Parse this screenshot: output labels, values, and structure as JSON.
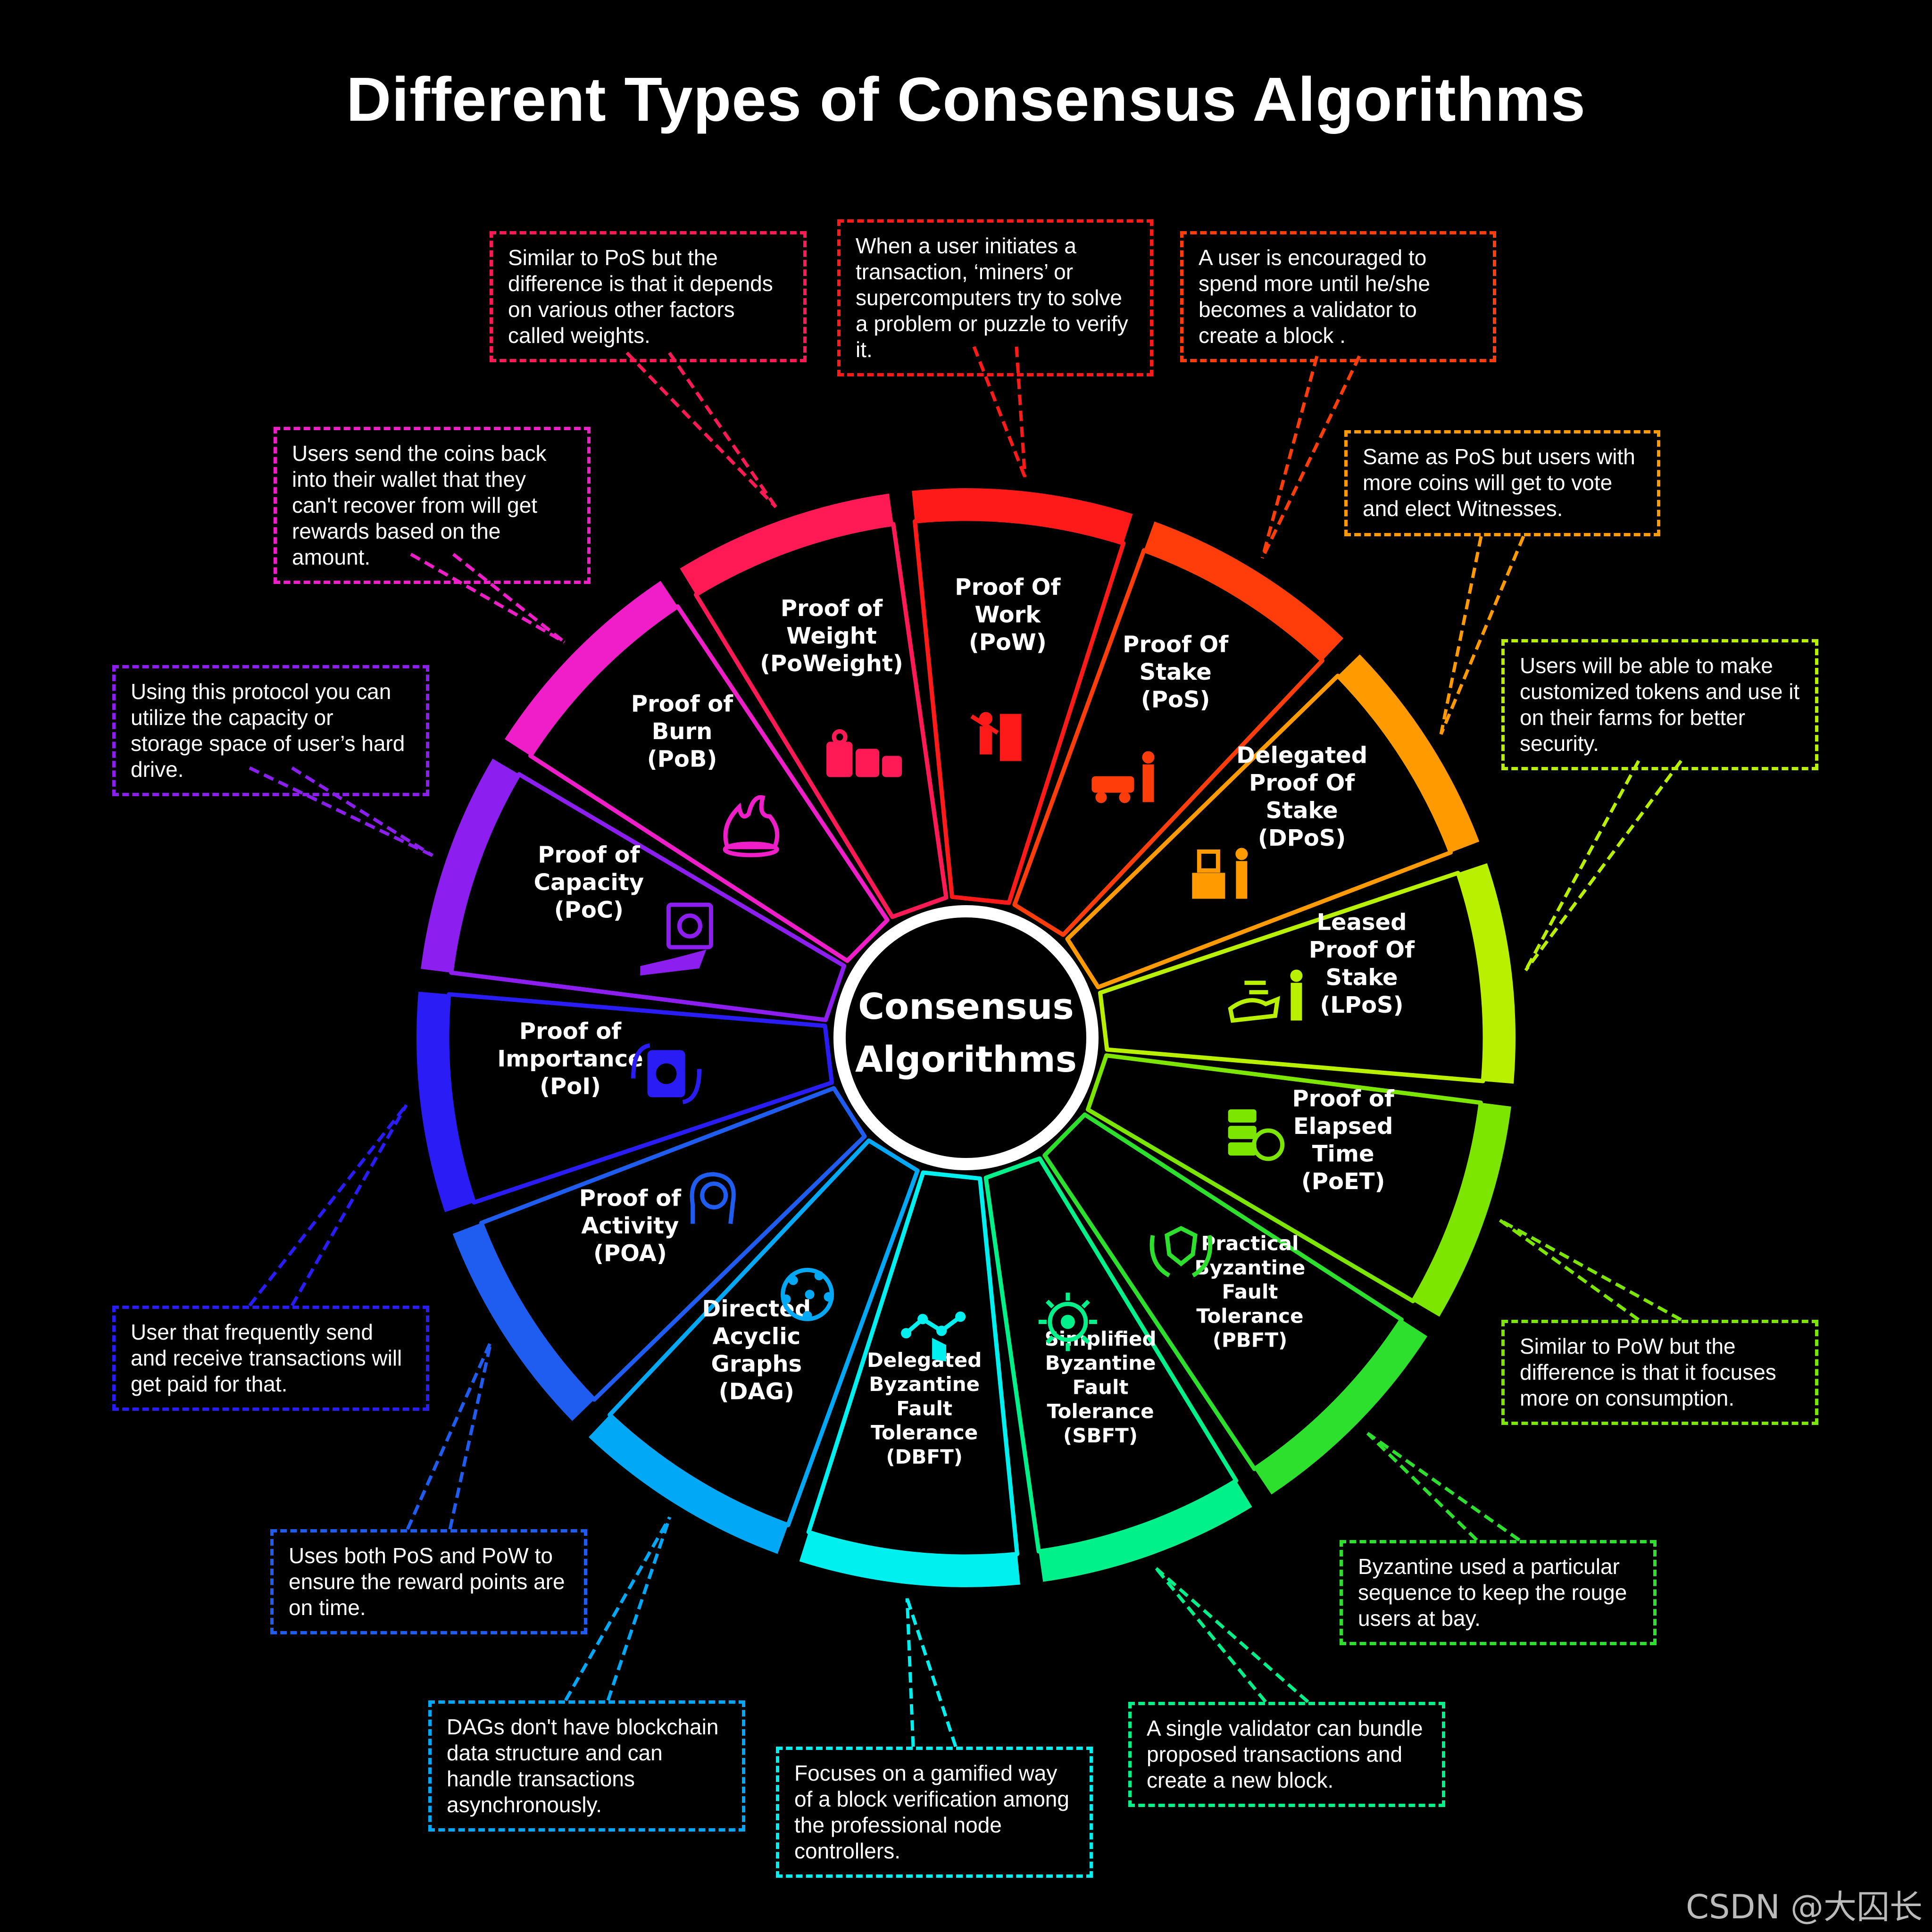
{
  "title": "Different Types of Consensus Algorithms",
  "center": {
    "line1": "Consensus",
    "line2": "Algorithms"
  },
  "segments": [
    {
      "id": "pow",
      "label": [
        "Proof Of",
        "Work",
        "(PoW)"
      ],
      "icon": "miner-icon",
      "color": "#ff1a1a",
      "note": "When a user initiates a transaction, ‘miners’ or supercomputers try to solve a problem or puzzle to verify it."
    },
    {
      "id": "pos",
      "label": [
        "Proof Of",
        "Stake",
        "(PoS)"
      ],
      "icon": "cart-validator-icon",
      "color": "#ff3d0a",
      "note": "A user is encouraged to spend more until he/she becomes a validator to create a block ."
    },
    {
      "id": "dpos",
      "label": [
        "Delegated",
        "Proof Of",
        "Stake",
        "(DPoS)"
      ],
      "icon": "ballot-box-icon",
      "color": "#ff9a00",
      "note": "Same as PoS but users with more coins will get to vote and elect Witnesses."
    },
    {
      "id": "lpos",
      "label": [
        "Leased",
        "Proof Of",
        "Stake",
        "(LPoS)"
      ],
      "icon": "lease-hand-icon",
      "color": "#b8f000",
      "note": "Users will be able to make customized tokens and use it on their farms for better security."
    },
    {
      "id": "poet",
      "label": [
        "Proof of",
        "Elapsed",
        "Time",
        "(PoET)"
      ],
      "icon": "server-clock-icon",
      "color": "#7ce600",
      "note": "Similar to PoW but the difference is that it focuses more on consumption."
    },
    {
      "id": "pbft",
      "label": [
        "Practical",
        "Byzantine",
        "Fault",
        "Tolerance",
        "(PBFT)"
      ],
      "icon": "shield-hands-icon",
      "color": "#2ee02e",
      "note": "Byzantine used a particular sequence to keep the rouge users at bay."
    },
    {
      "id": "sbft",
      "label": [
        "Simplified",
        "Byzantine",
        "Fault",
        "Tolerance",
        "(SBFT)"
      ],
      "icon": "chip-icon",
      "color": "#00f08a",
      "note": "A single validator can bundle proposed transactions and create a new block."
    },
    {
      "id": "dbft",
      "label": [
        "Delegated",
        "Byzantine",
        "Fault",
        "Tolerance",
        "(DBFT)"
      ],
      "icon": "node-tap-icon",
      "color": "#00f0f0",
      "note": "Focuses on a gamified way of a block verification among the professional node controllers."
    },
    {
      "id": "dag",
      "label": [
        "Directed",
        "Acyclic",
        "Graphs",
        "(DAG)"
      ],
      "icon": "network-globe-icon",
      "color": "#00a8f5",
      "note": "DAGs don't have blockchain data structure and can handle transactions asynchronously."
    },
    {
      "id": "poa",
      "label": [
        "Proof of",
        "Activity",
        "(POA)"
      ],
      "icon": "brain-gear-icon",
      "color": "#1f5cf0",
      "note": "Uses both PoS and PoW to ensure the reward points are on time."
    },
    {
      "id": "poi",
      "label": [
        "Proof of",
        "Importance",
        "(PoI)"
      ],
      "icon": "money-cycle-icon",
      "color": "#2a1cf5",
      "note": "User that frequently send and receive transactions will get paid for that."
    },
    {
      "id": "poc",
      "label": [
        "Proof of",
        "Capacity",
        "(PoC)"
      ],
      "icon": "safe-hand-icon",
      "color": "#8c1ef0",
      "note": "Using this protocol you can utilize the capacity or storage space of user’s hard drive."
    },
    {
      "id": "pob",
      "label": [
        "Proof of",
        "Burn",
        "(PoB)"
      ],
      "icon": "fire-icon",
      "color": "#f01ec8",
      "note": "Users send the coins back into their wallet that they can't recover from will get rewards based on the amount."
    },
    {
      "id": "poweight",
      "label": [
        "Proof of",
        "Weight",
        "(PoWeight)"
      ],
      "icon": "weights-icon",
      "color": "#ff1a55",
      "note": "Similar to PoS but the difference is that it depends on various other factors called weights."
    }
  ],
  "watermark": "CSDN @大囚长"
}
